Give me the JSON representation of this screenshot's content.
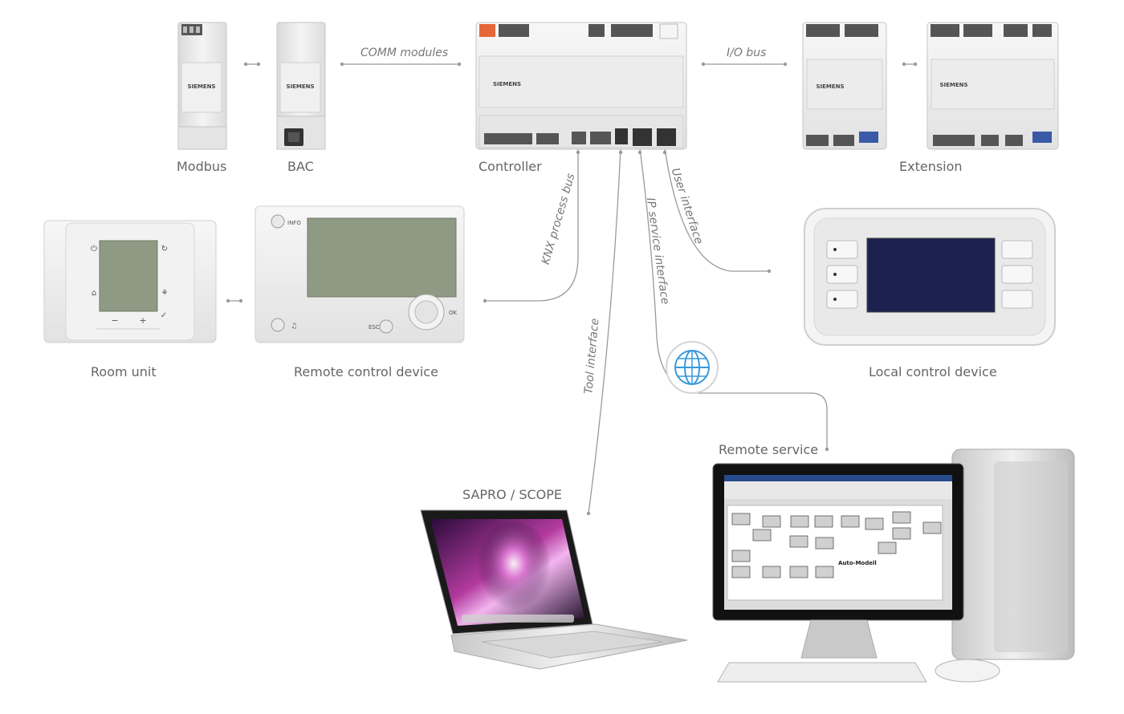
{
  "brand": "SIEMENS",
  "devices": {
    "modbus": "Modbus",
    "bac": "BAC",
    "controller": "Controller",
    "extension": "Extension",
    "room_unit": "Room unit",
    "remote_control_device": "Remote control device",
    "local_control_device": "Local control device",
    "remote_service": "Remote service",
    "sapro_scope": "SAPRO / SCOPE"
  },
  "connections": {
    "comm_modules": "COMM modules",
    "io_bus": "I/O bus",
    "knx_process_bus": "KNX process bus",
    "user_interface": "User interface",
    "ip_service_interface": "IP service interface",
    "tool_interface": "Tool interface"
  },
  "remote_panel": {
    "info": "INFO",
    "ok": "OK",
    "esc": "ESC"
  },
  "monitor_screen": {
    "model_label": "Auto-Modell"
  },
  "colors": {
    "connector_line": "#9a9a9a",
    "globe_blue": "#3a9ad9",
    "lcd_green": "#8e9a84",
    "lcd_blue": "#1c2150"
  }
}
